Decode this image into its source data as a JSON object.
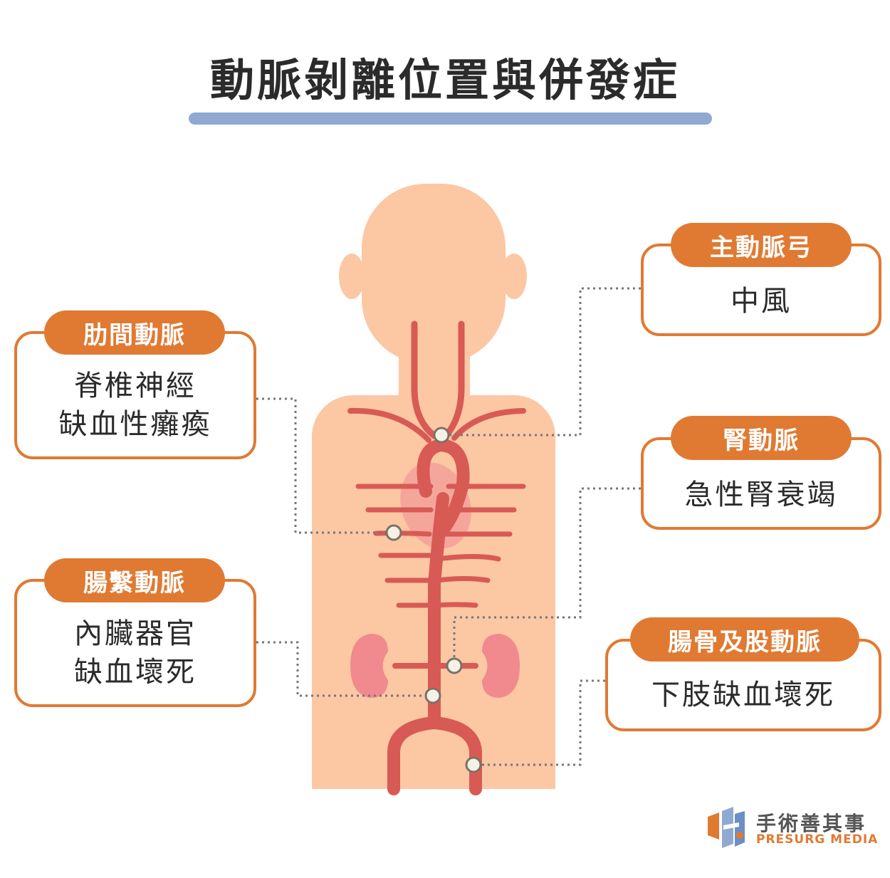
{
  "title": "動脈剝離位置與併發症",
  "colors": {
    "accent": "#e07a32",
    "title_bar": "#8fa9d2",
    "skin": "#fcc7a3",
    "artery": "#d85a55",
    "kidney": "#f08a8e",
    "heart": "#f4a19a"
  },
  "callouts": {
    "intercostal": {
      "label": "肋間動脈",
      "lines": [
        "脊椎神經",
        "缺血性癱瘓"
      ]
    },
    "mesenteric": {
      "label": "腸繫動脈",
      "lines": [
        "內臟器官",
        "缺血壞死"
      ]
    },
    "arch": {
      "label": "主動脈弓",
      "lines": [
        "中風"
      ]
    },
    "renal": {
      "label": "腎動脈",
      "lines": [
        "急性腎衰竭"
      ]
    },
    "iliac": {
      "label": "腸骨及股動脈",
      "lines": [
        "下肢缺血壞死"
      ]
    }
  },
  "logo": {
    "name_cn": "手術善其事",
    "name_en": "PRESURG MEDIA",
    "icon": "presurg-logo-icon"
  }
}
